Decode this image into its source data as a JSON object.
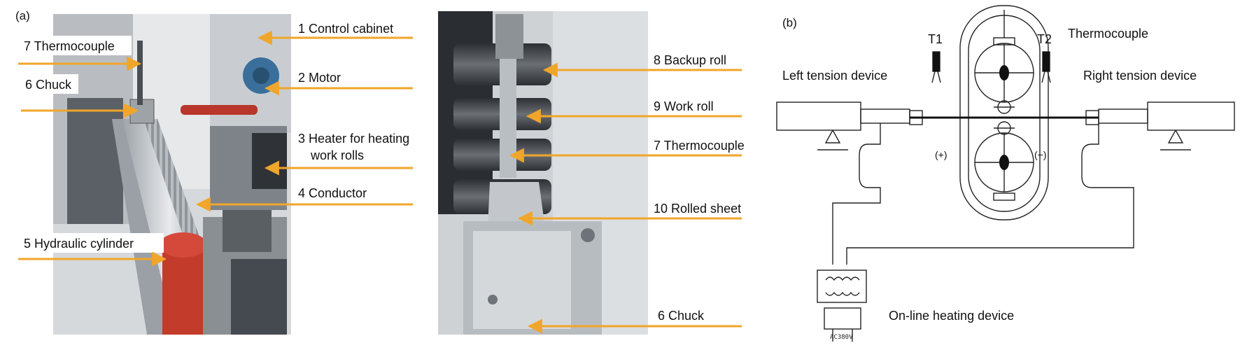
{
  "colors": {
    "arrow": "#f0a62a",
    "photo_background": "#d9dcdf",
    "photo_dark": "#3a3f44",
    "cylinder": "#c33b2a",
    "diagram_line": "#222222"
  },
  "panel_a": {
    "tag": "(a)",
    "left_photo_labels": {
      "control_cabinet": "1 Control cabinet",
      "motor": "2 Motor",
      "heater_line1": "3 Heater for heating",
      "heater_line2": "work rolls",
      "conductor": "4 Conductor",
      "hydraulic_cylinder": "5 Hydraulic cylinder",
      "chuck": "6 Chuck",
      "thermocouple": "7 Thermocouple"
    },
    "right_photo_labels": {
      "backup_roll": "8 Backup roll",
      "work_roll": "9 Work roll",
      "thermocouple": "7 Thermocouple",
      "rolled_sheet": "10 Rolled sheet",
      "chuck": "6 Chuck"
    }
  },
  "panel_b": {
    "tag": "(b)",
    "t1": "T1",
    "t2": "T2",
    "thermocouple": "Thermocouple",
    "left_tension": "Left tension device",
    "right_tension": "Right tension device",
    "plus": "(+)",
    "minus": "(−)",
    "online_heating": "On-line heating device",
    "power_label": "AC380V"
  }
}
